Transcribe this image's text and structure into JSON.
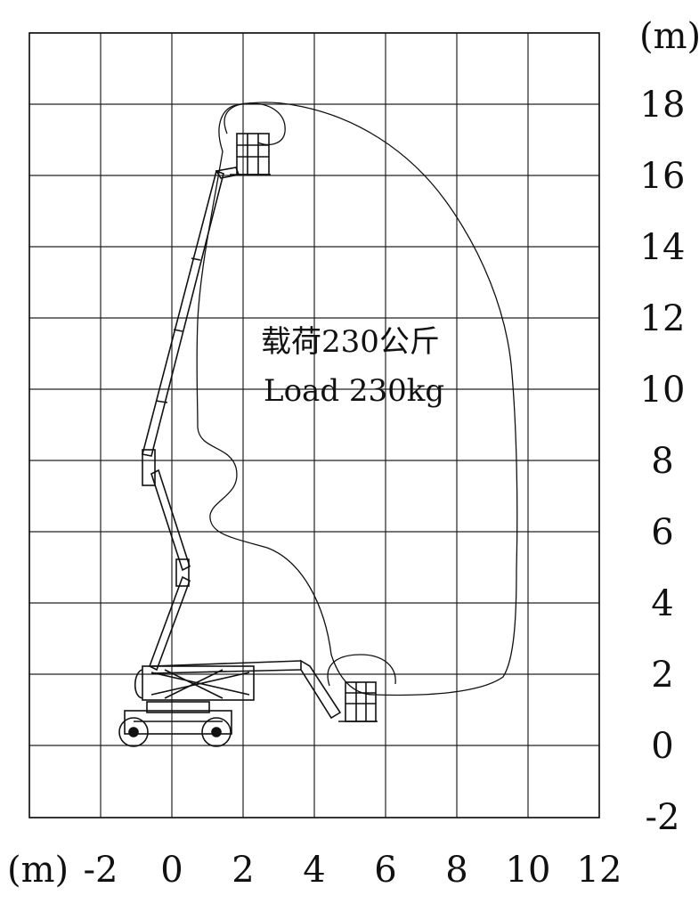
{
  "axes": {
    "x_unit": "(m)",
    "y_unit": "(m)",
    "x_ticks": [
      "-2",
      "0",
      "2",
      "4",
      "6",
      "8",
      "10",
      "12"
    ],
    "y_ticks": [
      "18",
      "16",
      "14",
      "12",
      "10",
      "8",
      "6",
      "4",
      "2",
      "0",
      "-2"
    ]
  },
  "load_label": {
    "zh": "载荷230公斤",
    "en": "Load 230kg"
  },
  "icons": {
    "machine": "articulating-boom-lift-icon",
    "basket": "platform-basket-icon"
  }
}
